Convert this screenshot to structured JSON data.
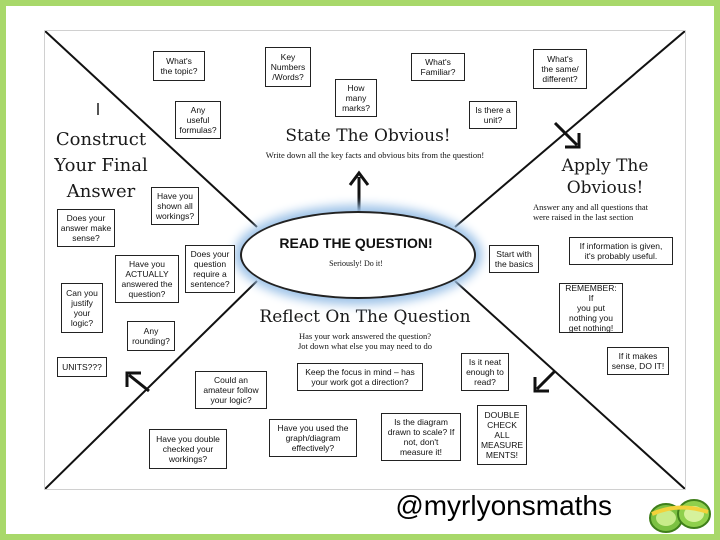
{
  "diagram": {
    "center": {
      "title": "READ THE QUESTION!",
      "subtitle": "Seriously! Do it!"
    },
    "sections": {
      "top": {
        "title": "State The Obvious!",
        "subtitle": "Write down all the key facts and obvious bits from the question!"
      },
      "left": {
        "title": "Construct\nYour Final\nAnswer"
      },
      "right": {
        "title": "Apply The\nObvious!",
        "subtitle": "Answer any and all questions that\nwere raised in the last section"
      },
      "bottom": {
        "title": "Reflect On The Question",
        "subtitle": "Has your work answered the question?\nJot down what else you may need to do"
      }
    },
    "boxes": {
      "whats_topic": "What's\nthe topic?",
      "key_numbers": "Key\nNumbers\n/Words?",
      "how_many_marks": "How\nmany\nmarks?",
      "whats_familiar": "What's\nFamiliar?",
      "same_different": "What's\nthe same/\ndifferent?",
      "useful_formulas": "Any\nuseful\nformulas?",
      "is_there_unit": "Is there a\nunit?",
      "shown_workings": "Have you\nshown all\nworkings?",
      "answer_sense": "Does your\nanswer make\nsense?",
      "question_sentence": "Does your\nquestion\nrequire a\nsentence?",
      "actually_answered": "Have you\nACTUALLY\nanswered the\nquestion?",
      "justify_logic": "Can you\njustify\nyour\nlogic?",
      "any_rounding": "Any\nrounding?",
      "units": "UNITS???",
      "start_basics": "Start with\nthe basics",
      "info_given": "If information is given,\nit's probably useful.",
      "remember": "REMEMBER: If\nyou put\nnothing you\nget nothing!",
      "makes_sense": "If it makes\nsense, DO IT!",
      "amateur_follow": "Could an\namateur follow\nyour logic?",
      "focus_in_mind": "Keep the focus in mind – has\nyour work got a direction?",
      "neat_enough": "Is it neat\nenough to\nread?",
      "used_graph": "Have you used the\ngraph/diagram\neffectively?",
      "drawn_to_scale": "Is the diagram\ndrawn to scale? If\nnot, don't\nmeasure it!",
      "double_check_all": "DOUBLE\nCHECK\nALL\nMEASURE\nMENTS!",
      "double_checked_workings": "Have you double\nchecked your\nworkings?"
    }
  },
  "footer": {
    "handle": "@myrlyonsmaths"
  },
  "colors": {
    "background": "#a8d86a",
    "oval_glow": "#9ec3e8",
    "line": "#111111"
  }
}
